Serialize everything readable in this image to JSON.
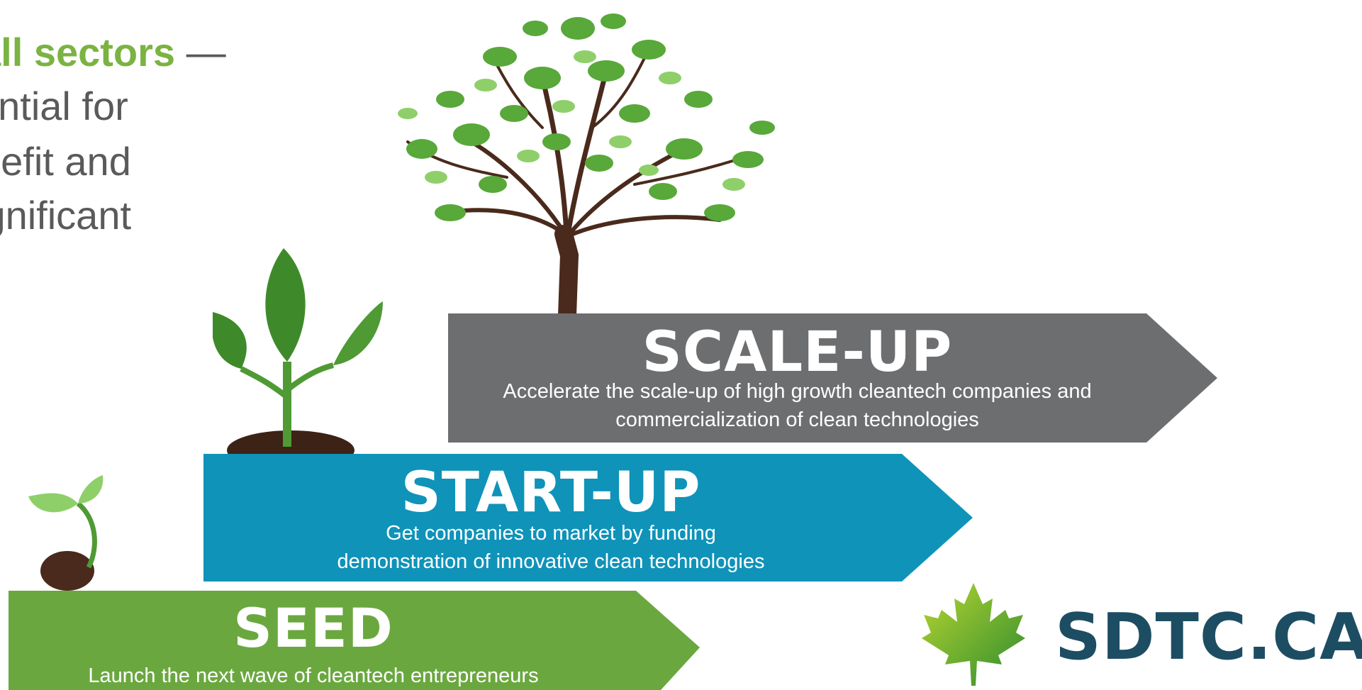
{
  "intro": {
    "line1_highlight": "all sectors",
    "line1_rest": " —",
    "line2": "ential for",
    "line3": "nefit and",
    "line4": "ignificant"
  },
  "stages": {
    "scale_up": {
      "title": "SCALE-UP",
      "desc_line1": "Accelerate the scale-up of high growth cleantech companies and",
      "desc_line2": "commercialization of clean technologies",
      "color": "#6d6e70"
    },
    "start_up": {
      "title": "START-UP",
      "desc_line1": "Get companies to market by funding",
      "desc_line2": "demonstration of innovative clean technologies",
      "color": "#0f93b9"
    },
    "seed": {
      "title": "SEED",
      "desc_line1": "Launch the next wave of cleantech entrepreneurs",
      "color": "#6aa83f"
    }
  },
  "logo": {
    "text": "SDTC.CA",
    "icon": "maple-leaf-icon",
    "text_color": "#1d4d63"
  },
  "colors": {
    "highlight_green": "#7bb342",
    "body_text": "#5a5a5a",
    "leaf_green": "#4f9a34",
    "trunk_brown": "#4a2a1c"
  }
}
